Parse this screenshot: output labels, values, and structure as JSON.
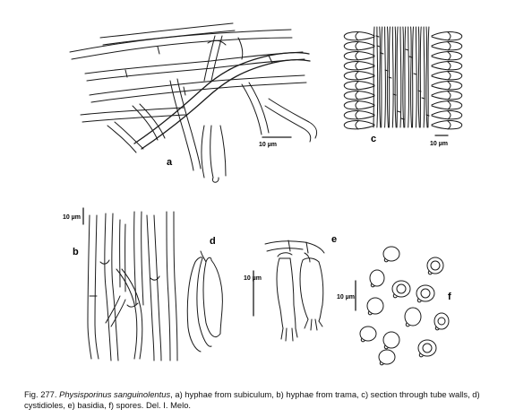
{
  "figure": {
    "panels": [
      {
        "label": "a",
        "scale_bar": "10 µm"
      },
      {
        "label": "b",
        "scale_bar": "10 µm"
      },
      {
        "label": "c",
        "scale_bar": "10 µm"
      },
      {
        "label": "d",
        "scale_bar": "10 µm"
      },
      {
        "label": "e",
        "scale_bar": ""
      },
      {
        "label": "f",
        "scale_bar": "10 µm"
      }
    ],
    "caption": {
      "prefix": "Fig. 277.",
      "species": "Physisporinus sanguinolentus",
      "rest": ", a) hyphae from subiculum, b) hyphae from trama, c) section through tube walls, d) cystidioles, e) basidia, f) spores. Del. I. Melo."
    }
  }
}
